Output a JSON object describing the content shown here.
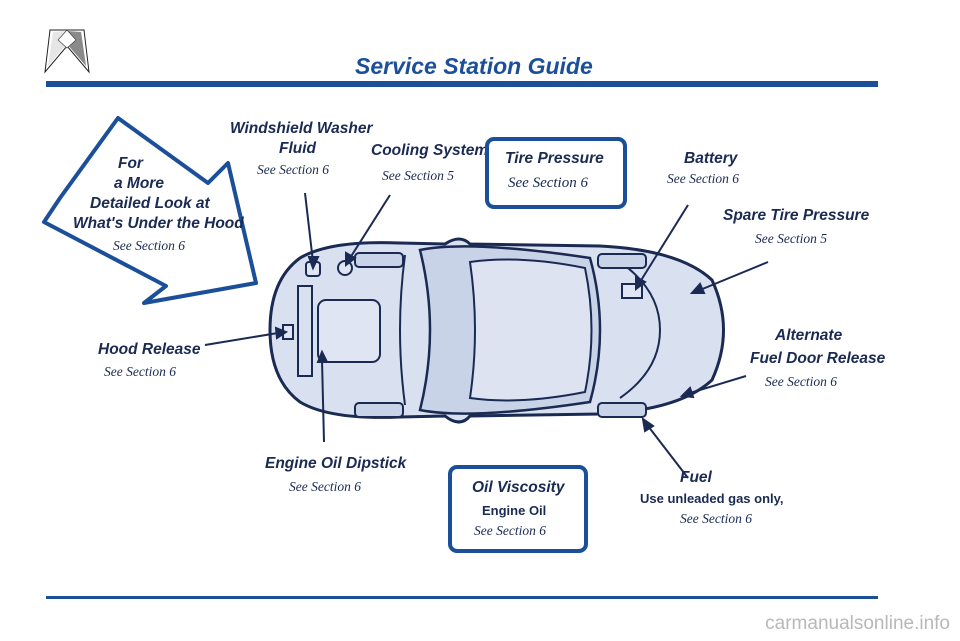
{
  "title": "Service Station Guide",
  "callout_arrow": {
    "line1": "For",
    "line2": "a More",
    "line3": "Detailed Look at",
    "line4": "What's Under the Hood",
    "sub": "See Section 6"
  },
  "labels": {
    "washer_title1": "Windshield Washer",
    "washer_title2": "Fluid",
    "washer_sub": "See Section 6",
    "cooling_title": "Cooling System",
    "cooling_sub": "See Section 5",
    "tire_title": "Tire Pressure",
    "tire_sub": "See Section 6",
    "battery_title": "Battery",
    "battery_sub": "See Section 6",
    "spare_title": "Spare Tire Pressure",
    "spare_sub": "See Section 5",
    "hood_title": "Hood Release",
    "hood_sub": "See Section 6",
    "altfuel_title1": "Alternate",
    "altfuel_title2": "Fuel Door Release",
    "altfuel_sub": "See Section 6",
    "dipstick_title": "Engine Oil Dipstick",
    "dipstick_sub": "See Section 6",
    "oil_title": "Oil Viscosity",
    "oil_line2": "Engine Oil",
    "oil_sub": "See Section 6",
    "fuel_title": "Fuel",
    "fuel_line2": "Use unleaded gas only,",
    "fuel_sub": "See Section 6"
  },
  "watermark": "carmanualsonline.info",
  "colors": {
    "accent": "#1b4f9a",
    "car_fill": "#d9e0ef",
    "text": "#1a2a52"
  }
}
